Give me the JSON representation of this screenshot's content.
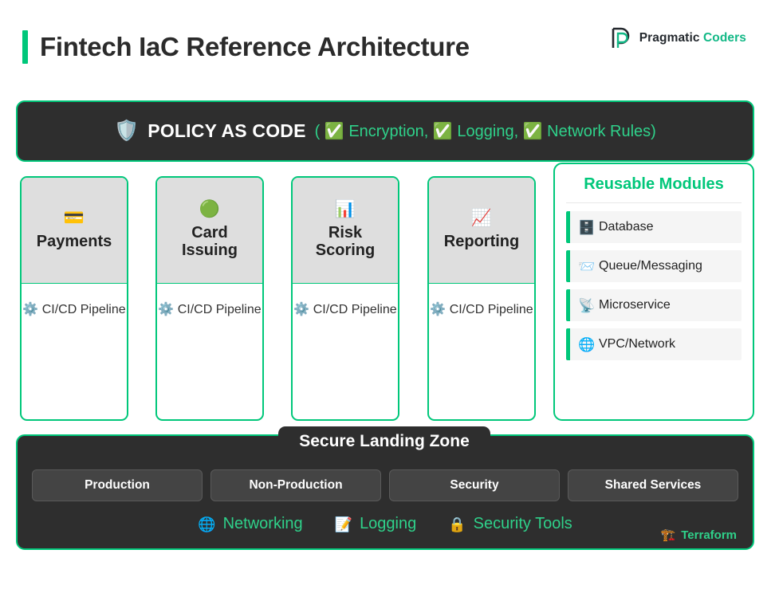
{
  "header": {
    "title": "Fintech IaC Reference Architecture",
    "accent_color": "#00c77a",
    "brand": {
      "icon": "pragmatic-coders-p-monogram",
      "name_dark": "Pragmatic",
      "name_green": " Coders"
    }
  },
  "policy_bar": {
    "icon": "shield-icon",
    "title": "POLICY AS CODE",
    "items_text": "( ✅ Encryption, ✅ Logging, ✅ Network Rules)",
    "items": [
      "Encryption",
      "Logging",
      "Network Rules"
    ],
    "background": "#2e2e2e",
    "border_color": "#00c77a",
    "text_color": "#2fd18a"
  },
  "cards": [
    {
      "icon": "💳",
      "icon_name": "credit-card-icon",
      "title": "Payments",
      "pipeline": "⚙️ CI/CD Pipeline"
    },
    {
      "icon": "🟢",
      "icon_name": "green-circle-icon",
      "title": "Card Issuing",
      "pipeline": "⚙️ CI/CD Pipeline"
    },
    {
      "icon": "📊",
      "icon_name": "bar-chart-icon",
      "title": "Risk Scoring",
      "pipeline": "⚙️ CI/CD Pipeline"
    },
    {
      "icon": "📈",
      "icon_name": "line-chart-icon",
      "title": "Reporting",
      "pipeline": "⚙️ CI/CD Pipeline"
    }
  ],
  "modules": {
    "title": "Reusable Modules",
    "title_color": "#00c77a",
    "items": [
      {
        "icon": "🗄️",
        "icon_name": "database-icon",
        "label": "Database"
      },
      {
        "icon": "📨",
        "icon_name": "queue-messaging-icon",
        "label": "Queue/Messaging"
      },
      {
        "icon": "📡",
        "icon_name": "microservice-antenna-icon",
        "label": "Microservice"
      },
      {
        "icon": "🌐",
        "icon_name": "globe-icon",
        "label": "VPC/Network"
      }
    ]
  },
  "landing_zone": {
    "title": "Secure Landing Zone",
    "accounts": [
      "Production",
      "Non-Production",
      "Security",
      "Shared Services"
    ],
    "services": [
      {
        "icon": "🌐",
        "icon_name": "globe-icon",
        "label": "Networking"
      },
      {
        "icon": "📝",
        "icon_name": "logging-note-icon",
        "label": "Logging"
      },
      {
        "icon": "🔒",
        "icon_name": "lock-icon",
        "label": "Security Tools"
      }
    ],
    "tool": {
      "icon": "🏗️",
      "icon_name": "terraform-construction-icon",
      "label": "Terraform"
    },
    "background": "#2e2e2e",
    "border_color": "#00c77a"
  }
}
